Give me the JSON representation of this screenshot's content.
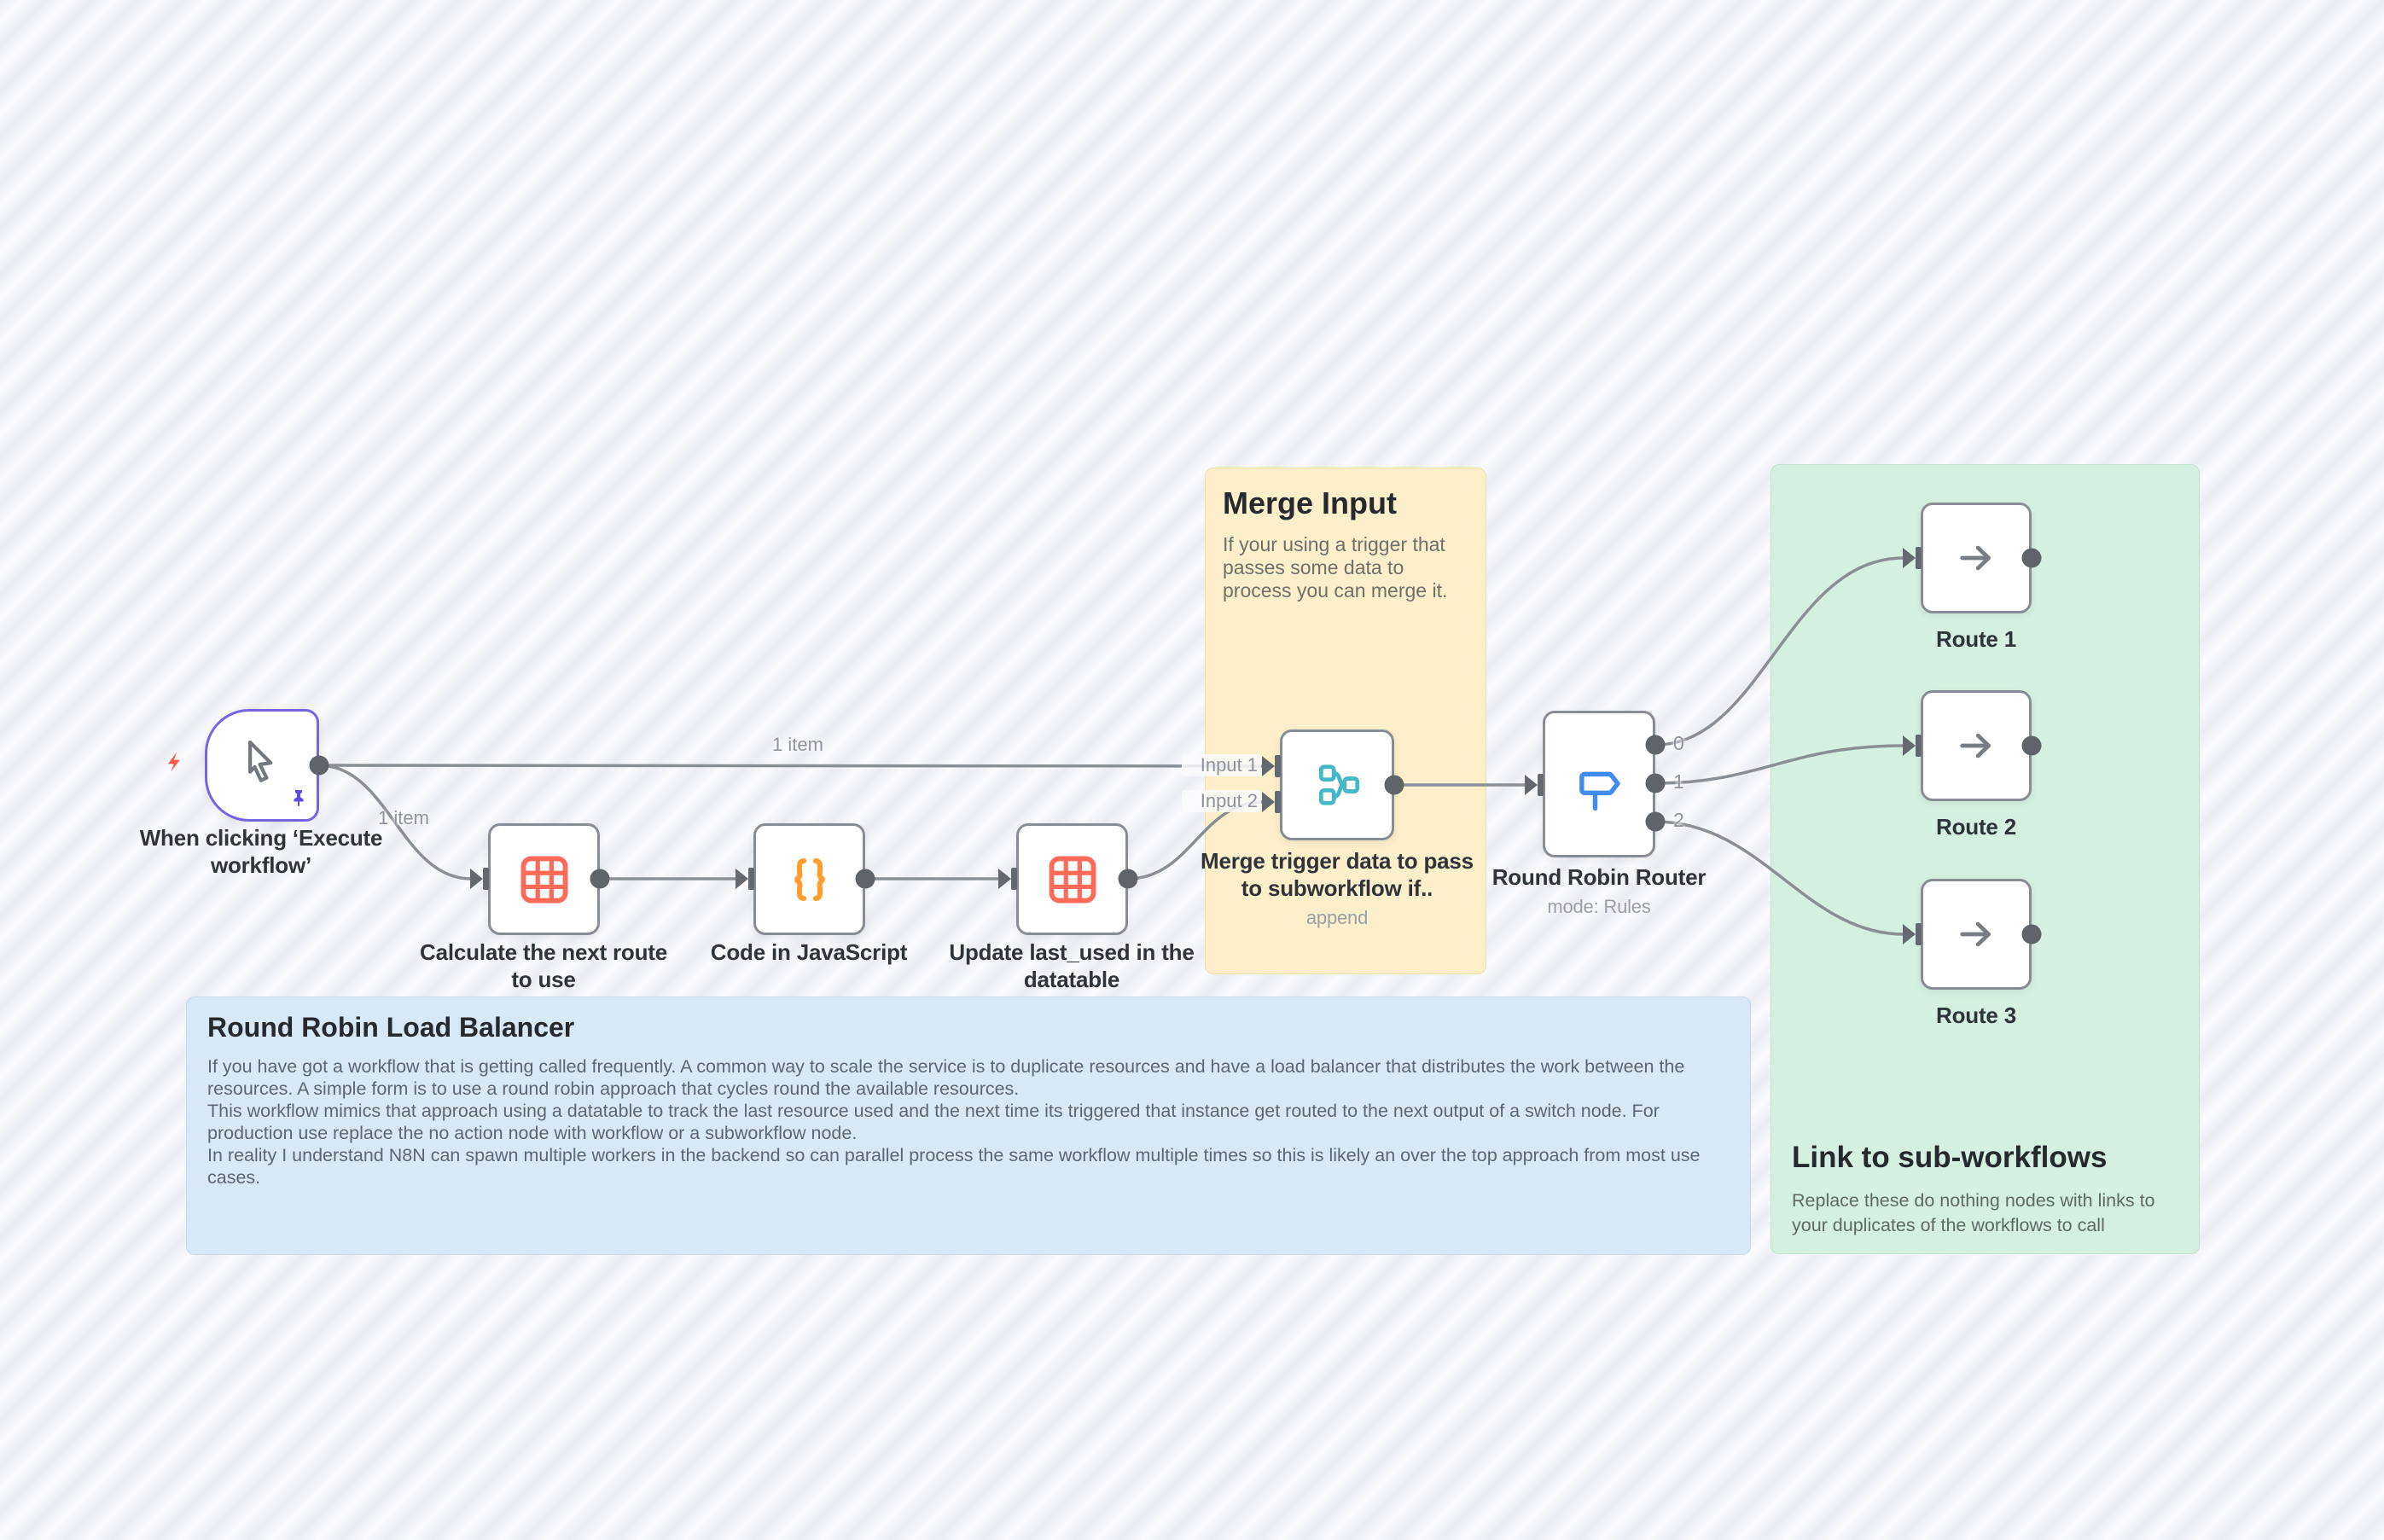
{
  "canvas": {
    "stripe_light": "#fbfbfd",
    "stripe_dark": "#ebedf4"
  },
  "colors": {
    "node_border": "#888c94",
    "trigger_border": "#7565e5",
    "wire": "#8a8e95",
    "port": "#5f636a",
    "icon_red": "#ff6b5a",
    "icon_orange": "#ff9e2e",
    "icon_teal": "#45b7c7",
    "icon_blue": "#418cf0",
    "icon_purple": "#5b4fe0",
    "sticky_yellow": "#fcefc9",
    "sticky_green": "#d5efe0",
    "sticky_blue": "#d9e8f6"
  },
  "icons": {
    "trigger": "cursor-icon",
    "trigger_badge": "lightning-icon",
    "trigger_pin": "pin-icon",
    "calculate": "datatable-icon",
    "code": "code-braces-icon",
    "update": "datatable-icon",
    "merge": "merge-icon",
    "router": "signpost-icon",
    "route": "arrow-right-icon"
  },
  "nodes": {
    "trigger": {
      "label": "When clicking ‘Execute workflow’"
    },
    "calculate": {
      "label": "Calculate the next route to use"
    },
    "code": {
      "label": "Code in JavaScript"
    },
    "update": {
      "label": "Update last_used in the datatable"
    },
    "merge": {
      "label": "Merge trigger data to pass to subworkflow if..",
      "sublabel": "append",
      "input1": "Input 1",
      "input2": "Input 2"
    },
    "router": {
      "label": "Round Robin Router",
      "sublabel": "mode: Rules",
      "out0": "0",
      "out1": "1",
      "out2": "2"
    },
    "route1": {
      "label": "Route 1"
    },
    "route2": {
      "label": "Route 2"
    },
    "route3": {
      "label": "Route 3"
    }
  },
  "wires": {
    "top_item_label": "1 item",
    "branch_item_label": "1 item"
  },
  "stickies": {
    "merge_input": {
      "title": "Merge Input",
      "body": "If your using a trigger that passes some data to process you can merge it."
    },
    "load_balancer": {
      "title": "Round Robin Load Balancer",
      "p1": "If you have got a workflow that is getting called frequently. A common way to scale the service is to duplicate resources and have a load balancer that distributes the work between the resources. A simple form is to use a round robin approach that cycles round the available resources.",
      "p2": "This workflow mimics that approach using a datatable to track the last resource used and the next time its triggered that instance get routed to the next output of a switch node. For production use replace the no action node with workflow or a subworkflow node.",
      "p3": "In reality I understand N8N can spawn multiple workers in the backend so can parallel process the same workflow multiple times so this is likely an over the top approach from most use cases."
    },
    "subworkflows": {
      "title": "Link to sub-workflows",
      "body": "Replace these do nothing nodes with links to your duplicates of the workflows to call"
    }
  }
}
